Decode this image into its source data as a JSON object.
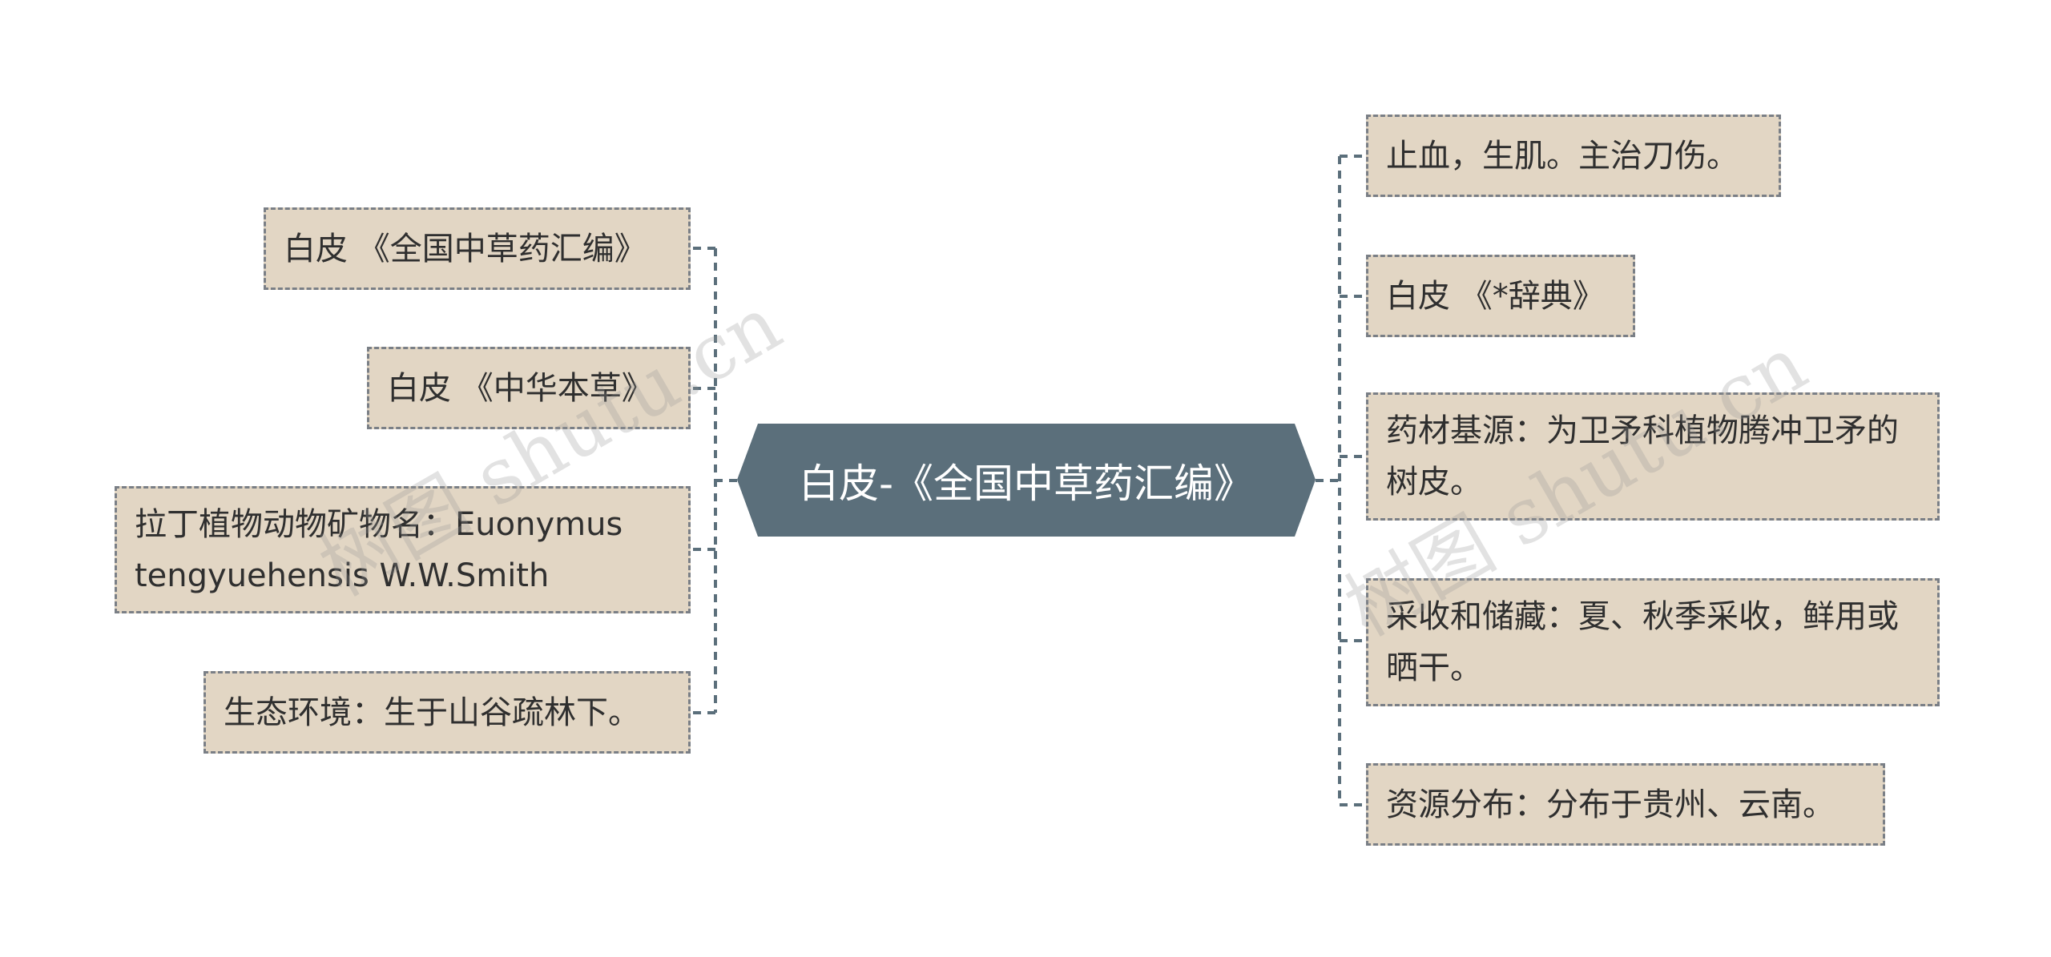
{
  "center": {
    "label": "白皮-《全国中草药汇编》"
  },
  "left_nodes": [
    {
      "label": "白皮 《全国中草药汇编》"
    },
    {
      "label": "白皮 《中华本草》"
    },
    {
      "label": "拉丁植物动物矿物名：Euonymus tengyuehensis W.W.Smith"
    },
    {
      "label": "生态环境：生于山谷疏林下。"
    }
  ],
  "right_nodes": [
    {
      "label": "止血，生肌。主治刀伤。"
    },
    {
      "label": "白皮 《*辞典》"
    },
    {
      "label": "药材基源：为卫矛科植物腾冲卫矛的树皮。"
    },
    {
      "label": "采收和储藏：夏、秋季采收，鲜用或晒干。"
    },
    {
      "label": "资源分布：分布于贵州、云南。"
    }
  ],
  "watermark": {
    "text": "树图 shutu.cn"
  },
  "colors": {
    "center_fill": "#5b6f7b",
    "node_fill": "#e2d6c4",
    "node_border": "#7a7f86",
    "connector": "#5b6f7b"
  }
}
